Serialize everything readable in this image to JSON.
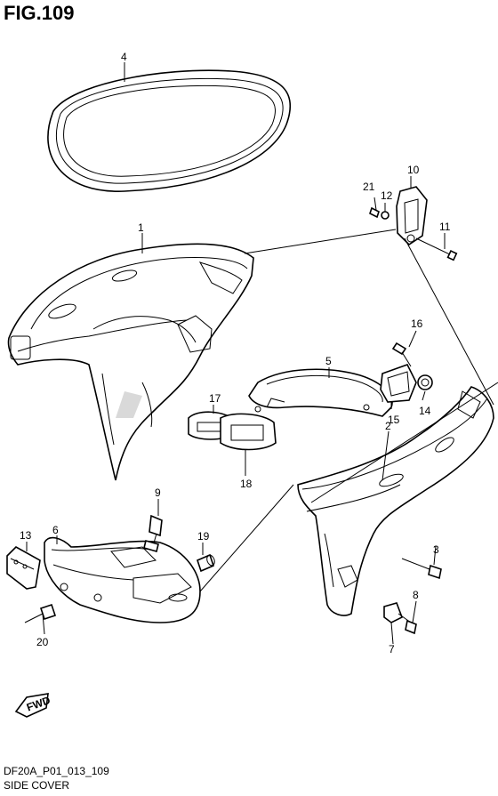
{
  "figure_title": "FIG.109",
  "footer": {
    "code": "DF20A_P01_013_109",
    "name": "SIDE COVER"
  },
  "fwd_label": "FWD",
  "callouts": [
    "1",
    "2",
    "3",
    "4",
    "5",
    "6",
    "7",
    "8",
    "9",
    "10",
    "11",
    "12",
    "13",
    "14",
    "15",
    "16",
    "17",
    "18",
    "19",
    "20",
    "21"
  ]
}
